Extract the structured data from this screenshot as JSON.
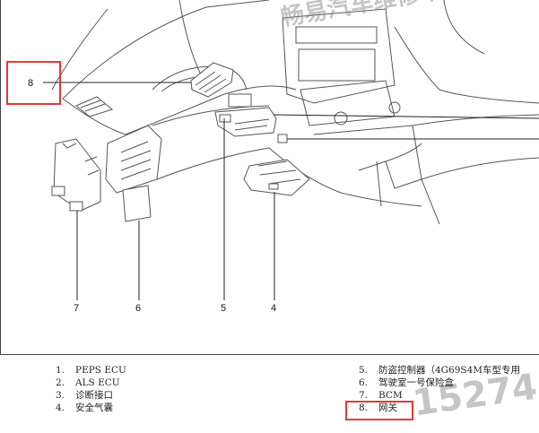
{
  "callouts": {
    "c8": "8",
    "c7": "7",
    "c6": "6",
    "c5": "5",
    "c4": "4"
  },
  "watermark": {
    "top": "畅易汽车维修平台",
    "bottom": "15274"
  },
  "legend": {
    "items": [
      {
        "num": "1.",
        "text": "PEPS ECU"
      },
      {
        "num": "2.",
        "text": "ALS ECU"
      },
      {
        "num": "3.",
        "text": "诊断接口"
      },
      {
        "num": "4.",
        "text": "安全气囊"
      },
      {
        "num": "5.",
        "text": "防盗控制器（4G69S4M车型专用"
      },
      {
        "num": "6.",
        "text": "驾驶室一号保险盒"
      },
      {
        "num": "7.",
        "text": "BCM"
      },
      {
        "num": "8.",
        "text": "网关"
      }
    ]
  },
  "highlight_color": "#e53935"
}
